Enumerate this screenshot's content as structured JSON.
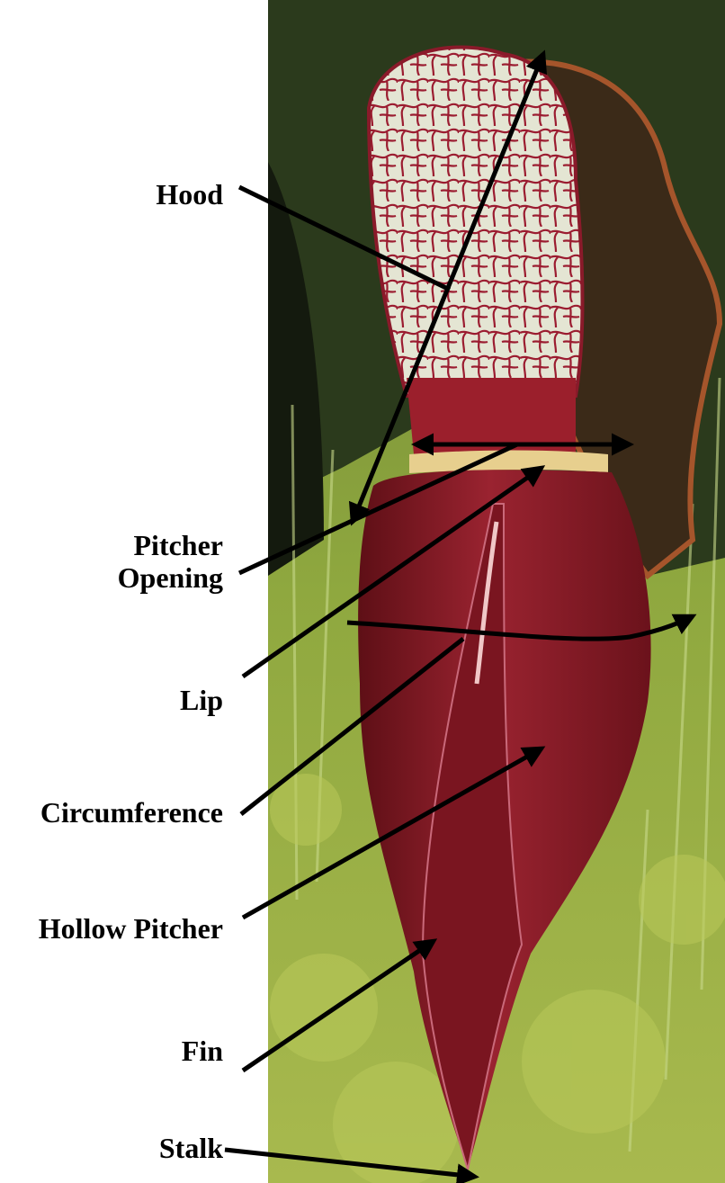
{
  "title": "",
  "labels": {
    "hood": "Hood",
    "pitcher_opening_line1": "Pitcher",
    "pitcher_opening_line2": "Opening",
    "lip": "Lip",
    "circumference": "Circumference",
    "hollow_pitcher": "Hollow Pitcher",
    "fin": "Fin",
    "stalk": "Stalk"
  },
  "colors": {
    "background": "#ffffff",
    "moss": "#7f9a3a",
    "dark_bg": "#1f2a16",
    "pitcher_red": "#8e1d24",
    "hood_white": "#e7e6d6",
    "vein_red": "#9b1c30",
    "lip_yellow": "#e7cf8e",
    "arrow": "#000000"
  }
}
